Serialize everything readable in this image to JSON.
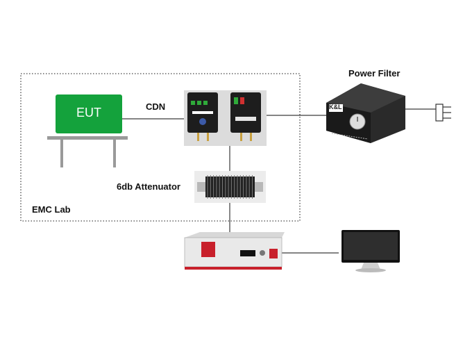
{
  "labels": {
    "eut": "EUT",
    "cdn": "CDN",
    "attenuator": "6db Attenuator",
    "power_filter": "Power Filter",
    "emc_lab": "EMC Lab",
    "power_filter_brand": "K&L"
  },
  "colors": {
    "eut_fill": "#14a23c",
    "eut_text": "#ffffff",
    "table": "#9a9a9a",
    "device_dark": "#1d1d1d",
    "cable": "#3a3a3a",
    "generator_panel": "#e9e9e9",
    "generator_accent": "#c8202b",
    "boundary": "#444444"
  },
  "icons": {
    "cdn": "cdn-unit-icon",
    "attenuator": "attenuator-icon",
    "power_filter": "power-filter-icon",
    "plug": "power-plug-icon",
    "generator": "signal-generator-icon",
    "monitor": "monitor-icon"
  }
}
